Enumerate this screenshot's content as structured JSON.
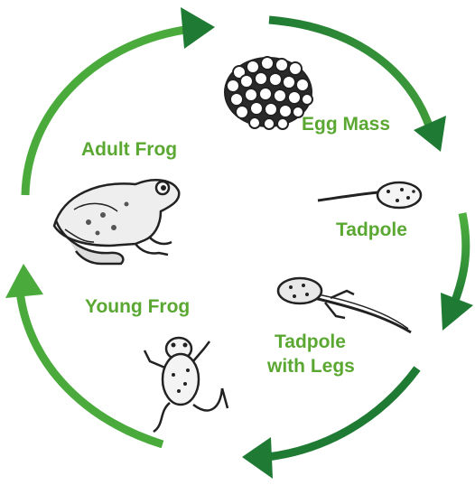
{
  "colors": {
    "arrow_light": "#4aab3c",
    "arrow_dark": "#1f7b33",
    "label": "#5aa832",
    "ink": "#222222"
  },
  "stages": [
    {
      "id": "egg-mass",
      "label": "Egg Mass",
      "icon": "egg-mass-icon"
    },
    {
      "id": "tadpole",
      "label": "Tadpole",
      "icon": "tadpole-icon"
    },
    {
      "id": "tadpole-with-legs",
      "label_line1": "Tadpole",
      "label_line2": "with Legs",
      "icon": "tadpole-with-legs-icon"
    },
    {
      "id": "young-frog",
      "label": "Young Frog",
      "icon": "young-frog-icon"
    },
    {
      "id": "adult-frog",
      "label": "Adult Frog",
      "icon": "adult-frog-icon"
    }
  ]
}
